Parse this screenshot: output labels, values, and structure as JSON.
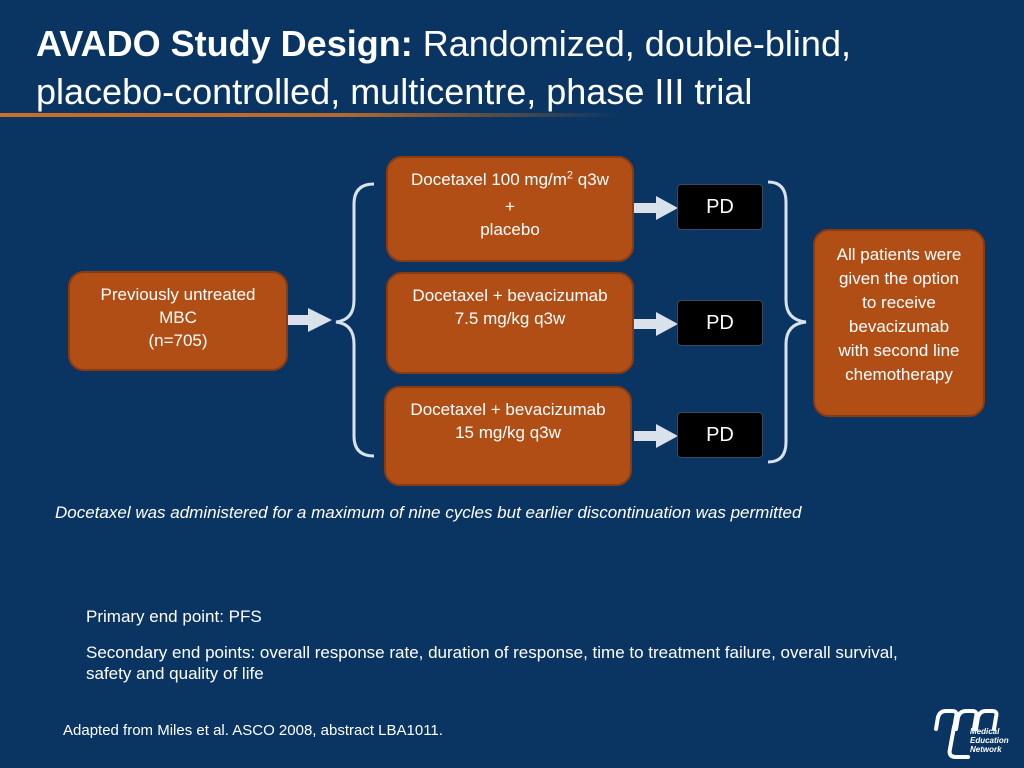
{
  "title": {
    "bold": "AVADO Study Design:",
    "rest": " Randomized, double-blind, placebo-controlled, multicentre, phase III trial"
  },
  "population": {
    "line1": "Previously untreated",
    "line2": "MBC",
    "line3": "(n=705)"
  },
  "arms": [
    {
      "line1_pre": "Docetaxel 100 mg/m",
      "line1_sup": "2",
      "line1_post": " q3w",
      "line2": "+",
      "line3": "placebo"
    },
    {
      "line1": "Docetaxel + bevacizumab",
      "line2": "7.5 mg/kg q3w"
    },
    {
      "line1": "Docetaxel + bevacizumab",
      "line2": "15 mg/kg q3w"
    }
  ],
  "outcome_label": "PD",
  "option": {
    "lines": [
      "All patients were",
      "given the option",
      "to receive",
      "bevacizumab",
      "with second line",
      "chemotherapy"
    ]
  },
  "note": "Docetaxel was administered for a maximum of nine cycles but earlier discontinuation was permitted",
  "endpoints": {
    "primary": "Primary end point: PFS",
    "secondary": "Secondary end points: overall response rate, duration of response, time to treatment failure, overall survival, safety and quality of life"
  },
  "footer": "Adapted from Miles et al. ASCO 2008, abstract LBA1011.",
  "logo": {
    "lines": [
      "Medical",
      "Education",
      "Network"
    ]
  },
  "colors": {
    "background": "#0a3563",
    "box": "#b14e16",
    "arrow": "#d9e1ea",
    "accent_line": "#c9702a"
  }
}
